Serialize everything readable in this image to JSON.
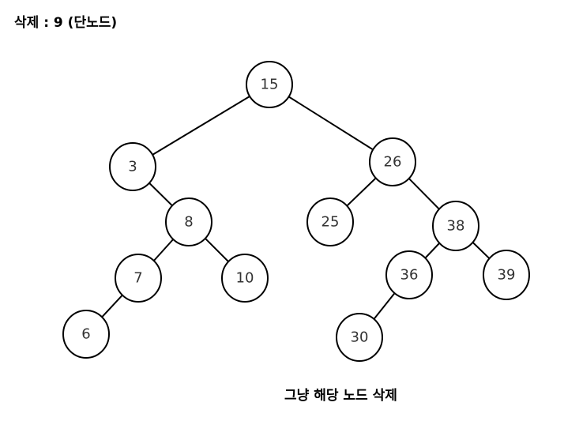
{
  "header": {
    "prefix": "삭제 : ",
    "deleted_value": "9",
    "case": " (단노드)"
  },
  "caption": "그냥 해당 노드 삭제",
  "colors": {
    "stroke": "#000000",
    "fill": "#ffffff",
    "label": "#333333"
  },
  "tree": {
    "nodes": [
      {
        "id": "n15",
        "label": "15"
      },
      {
        "id": "n3",
        "label": "3"
      },
      {
        "id": "n26",
        "label": "26"
      },
      {
        "id": "n8",
        "label": "8"
      },
      {
        "id": "n25",
        "label": "25"
      },
      {
        "id": "n38",
        "label": "38"
      },
      {
        "id": "n7",
        "label": "7"
      },
      {
        "id": "n10",
        "label": "10"
      },
      {
        "id": "n36",
        "label": "36"
      },
      {
        "id": "n39",
        "label": "39"
      },
      {
        "id": "n6",
        "label": "6"
      },
      {
        "id": "n30",
        "label": "30"
      }
    ],
    "edges": [
      {
        "from": "n15",
        "to": "n3"
      },
      {
        "from": "n15",
        "to": "n26"
      },
      {
        "from": "n3",
        "to": "n8"
      },
      {
        "from": "n8",
        "to": "n7"
      },
      {
        "from": "n8",
        "to": "n10"
      },
      {
        "from": "n7",
        "to": "n6"
      },
      {
        "from": "n26",
        "to": "n25"
      },
      {
        "from": "n26",
        "to": "n38"
      },
      {
        "from": "n38",
        "to": "n36"
      },
      {
        "from": "n38",
        "to": "n39"
      },
      {
        "from": "n36",
        "to": "n30"
      }
    ]
  }
}
